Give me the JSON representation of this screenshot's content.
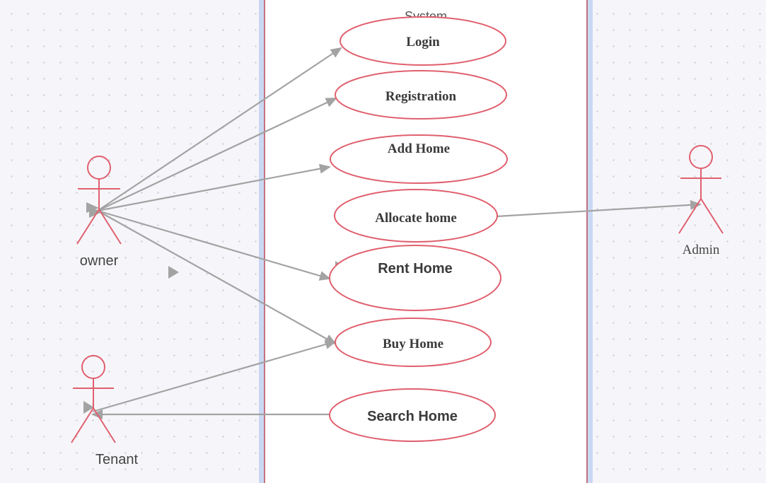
{
  "diagram": {
    "system_boundary": {
      "label": "System"
    },
    "actors": [
      {
        "id": "owner",
        "label": "owner"
      },
      {
        "id": "tenant",
        "label": "Tenant"
      },
      {
        "id": "admin",
        "label": "Admin"
      }
    ],
    "use_cases": [
      {
        "id": "login",
        "label": "Login"
      },
      {
        "id": "registration",
        "label": "Registration"
      },
      {
        "id": "add_home",
        "label": "Add Home"
      },
      {
        "id": "allocate_home",
        "label": "Allocate home"
      },
      {
        "id": "rent_home",
        "label": "Rent Home"
      },
      {
        "id": "buy_home",
        "label": "Buy Home"
      },
      {
        "id": "search_home",
        "label": "Search Home"
      }
    ],
    "associations": [
      {
        "from": "owner",
        "to": "login"
      },
      {
        "from": "owner",
        "to": "registration"
      },
      {
        "from": "owner",
        "to": "add_home"
      },
      {
        "from": "owner",
        "to": "rent_home"
      },
      {
        "from": "owner",
        "to": "buy_home"
      },
      {
        "from": "allocate_home",
        "to": "admin"
      },
      {
        "from": "tenant",
        "to": "buy_home"
      },
      {
        "from": "search_home",
        "to": "tenant"
      }
    ],
    "colors": {
      "shape_stroke": "#e0606e",
      "connector": "#a3a3a3",
      "boundary_glow": "#c9d9f4",
      "boundary_fill": "#ffffff",
      "background": "#f6f6fa"
    }
  }
}
